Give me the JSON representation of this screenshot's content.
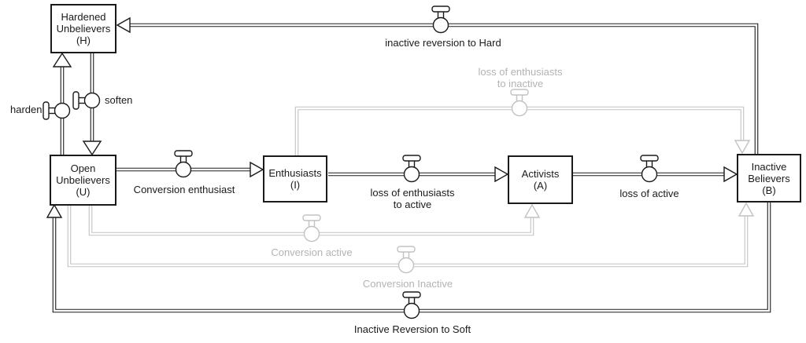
{
  "diagram_type": "stock-and-flow",
  "colors": {
    "flow_black": "#1a1a1a",
    "flow_gray": "#c2c2c2",
    "gray_label": "#b3b3b3",
    "background": "#ffffff",
    "stock_fill": "#ffffff"
  },
  "stocks": [
    {
      "id": "H",
      "lines": [
        "Hardened",
        "Unbelievers",
        "(H)"
      ]
    },
    {
      "id": "U",
      "lines": [
        "Open",
        "Unbelievers",
        "(U)"
      ]
    },
    {
      "id": "I",
      "lines": [
        "Enthusiasts",
        "(I)"
      ]
    },
    {
      "id": "A",
      "lines": [
        "Activists",
        "(A)"
      ]
    },
    {
      "id": "B",
      "lines": [
        "Inactive",
        "Believers",
        "(B)"
      ]
    }
  ],
  "flows": {
    "harden": {
      "label": "harden",
      "from": "U",
      "to": "H",
      "style": "black"
    },
    "soften": {
      "label": "soften",
      "from": "H",
      "to": "U",
      "style": "black"
    },
    "conversion_enthusiast": {
      "label": "Conversion enthusiast",
      "from": "U",
      "to": "I",
      "style": "black"
    },
    "loss_of_enthusiasts_to_active": {
      "line1": "loss of enthusiasts",
      "line2": "to active",
      "from": "I",
      "to": "A",
      "style": "black"
    },
    "loss_of_active": {
      "label": "loss of active",
      "from": "A",
      "to": "B",
      "style": "black"
    },
    "inactive_reversion_to_hard": {
      "label": "inactive reversion to Hard",
      "from": "B",
      "to": "H",
      "style": "black"
    },
    "loss_of_enthusiasts_to_inactive": {
      "line1": "loss of enthusiasts",
      "line2": "to inactive",
      "from": "I",
      "to": "B",
      "style": "gray"
    },
    "conversion_active": {
      "label": "Conversion active",
      "from": "U",
      "to": "A",
      "style": "gray"
    },
    "conversion_inactive": {
      "label": "Conversion Inactive",
      "from": "U",
      "to": "B",
      "style": "gray"
    },
    "inactive_reversion_to_soft": {
      "label": "Inactive Reversion to Soft",
      "from": "B",
      "to": "U",
      "style": "black"
    }
  }
}
